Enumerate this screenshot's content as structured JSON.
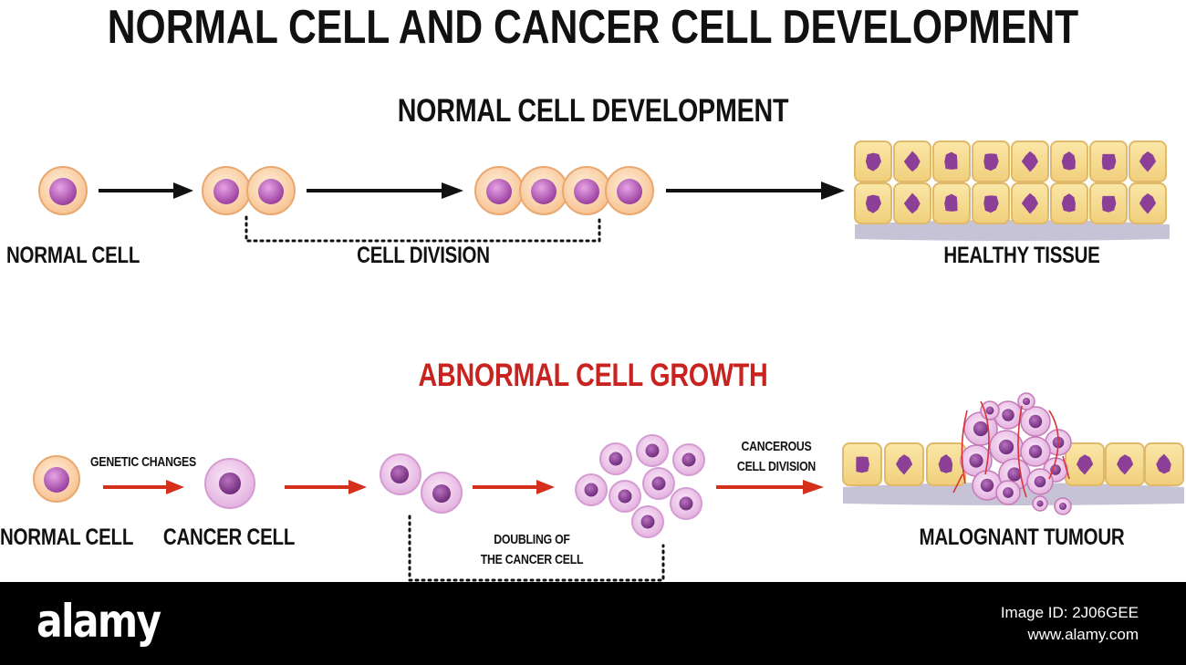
{
  "title": "NORMAL CELL AND CANCER CELL DEVELOPMENT",
  "normal_section": {
    "heading": "NORMAL CELL DEVELOPMENT",
    "labels": {
      "normal_cell": "NORMAL CELL",
      "cell_division": "CELL DIVISION",
      "healthy_tissue": "HEALTHY TISSUE"
    }
  },
  "abnormal_section": {
    "heading": "ABNORMAL CELL GROWTH",
    "labels": {
      "normal_cell": "NORMAL CELL",
      "genetic_changes": "GENETIC CHANGES",
      "cancer_cell": "CANCER CELL",
      "doubling_line1": "DOUBLING OF",
      "doubling_line2": "THE CANCER CELL",
      "cancerous_line1": "CANCEROUS",
      "cancerous_line2": "CELL DIVISION",
      "malignant_tumour": "MALOGNANT TUMOUR"
    }
  },
  "colors": {
    "heading_red": "#c8231f",
    "normal_cell_fill": "#fbd3ae",
    "nucleus": "#a04aa8",
    "cancer_cell_fill": "#efc6ea",
    "tissue_cell_fill": "#f6dc8e",
    "arrow_black": "#111111",
    "arrow_red": "#d4301c"
  },
  "footer": {
    "brand": "alamy",
    "image_id": "Image ID: 2J06GEE",
    "site": "www.alamy.com"
  }
}
